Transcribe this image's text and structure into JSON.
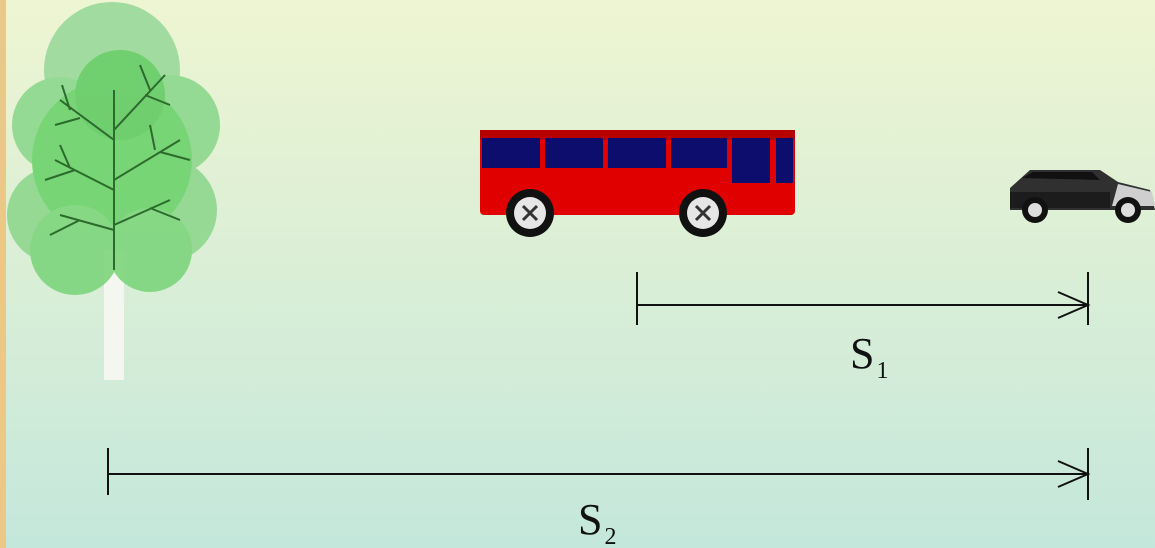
{
  "labels": {
    "s1_main": "S",
    "s1_sub": "1",
    "s2_main": "S",
    "s2_sub": "2"
  },
  "objects": {
    "tree": "tree-icon",
    "bus": "bus-icon",
    "car": "car-icon"
  },
  "colors": {
    "bus_body": "#e00000",
    "bus_windows": "#0d0d6e",
    "tree_leaves": "#6fd36f",
    "arrow": "#111111"
  }
}
